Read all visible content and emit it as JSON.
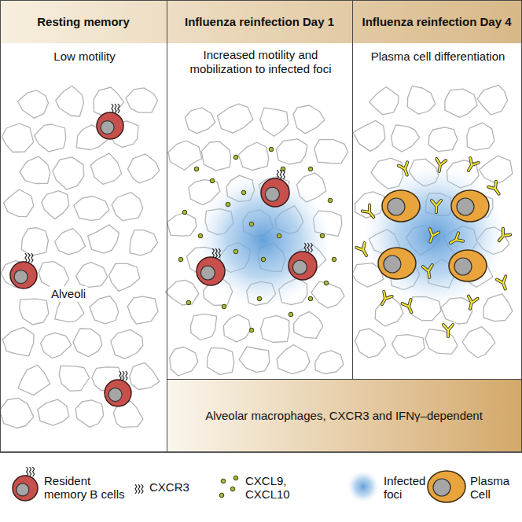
{
  "diagram": {
    "nodes": [
      {
        "text": [
          "Resting memory",
          "Low motility"
        ]
      },
      {
        "text": [
          "Influenza reinfection Day 1",
          "Increased motility and mobilization to infected foci"
        ]
      },
      {
        "text": [
          "Influenza reinfection Day 4",
          "Plasma cell differentiation"
        ]
      },
      {
        "text": [
          "Alveolar macrophages, CXCR3 and IFNγ–dependent"
        ]
      }
    ],
    "labels": [
      "Alveoli"
    ],
    "legend": [
      {
        "text": "Resident memory B cells"
      },
      {
        "text": "CXCR3"
      },
      {
        "text": "CXCL9, CXCL10"
      },
      {
        "text": "Infected foci"
      },
      {
        "text": "Plasma Cell"
      }
    ]
  }
}
